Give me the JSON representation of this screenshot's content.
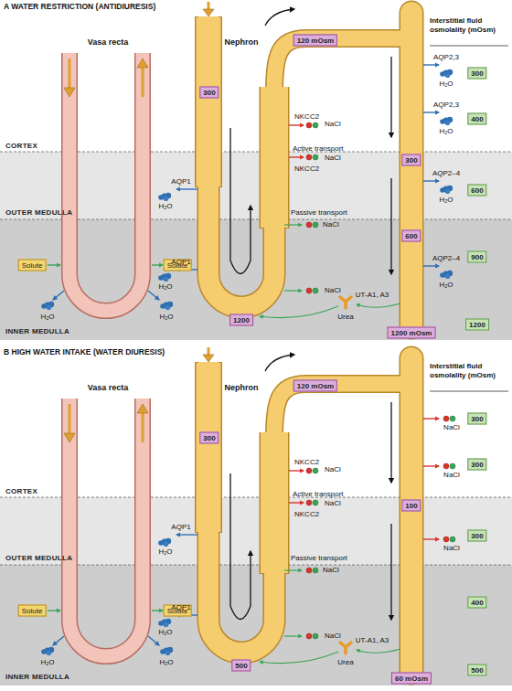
{
  "diagram": {
    "nodes": [
      {
        "text": [
          "300"
        ]
      },
      {
        "text": [
          "120 mOsm"
        ]
      },
      {
        "text": [
          "300"
        ]
      },
      {
        "text": [
          "600"
        ]
      },
      {
        "text": [
          "1200"
        ]
      },
      {
        "text": [
          "1200 mOsm"
        ]
      },
      {
        "text": [
          "Solute"
        ]
      },
      {
        "text": [
          "Solute"
        ]
      },
      {
        "text": [
          "300"
        ]
      },
      {
        "text": [
          "400"
        ]
      },
      {
        "text": [
          "600"
        ]
      },
      {
        "text": [
          "900"
        ]
      },
      {
        "text": [
          "1200"
        ]
      },
      {
        "text": [
          "300"
        ]
      },
      {
        "text": [
          "120 mOsm"
        ]
      },
      {
        "text": [
          "100"
        ]
      },
      {
        "text": [
          "500"
        ]
      },
      {
        "text": [
          "60 mOsm"
        ]
      },
      {
        "text": [
          "Solute"
        ]
      },
      {
        "text": [
          "Solute"
        ]
      },
      {
        "text": [
          "300"
        ]
      },
      {
        "text": [
          "300"
        ]
      },
      {
        "text": [
          "300"
        ]
      },
      {
        "text": [
          "400"
        ]
      },
      {
        "text": [
          "500"
        ]
      }
    ],
    "labels": [
      "A WATER RESTRICTION (ANTIDIURESIS)",
      "Vasa recta",
      "Nephron",
      "Interstitial fluid osmolality (mOsm)",
      "CORTEX",
      "OUTER MEDULLA",
      "INNER MEDULLA",
      "AQP2,3",
      "H₂O",
      "AQP2,3",
      "H₂O",
      "AQP2–4",
      "H₂O",
      "AQP2–4",
      "H₂O",
      "NKCC2",
      "NaCl",
      "Active transport",
      "NaCl",
      "NKCC2",
      "Passive transport",
      "NaCl",
      "NaCl",
      "AQP1",
      "H₂O",
      "AQP1",
      "H₂O",
      "H₂O",
      "H₂O",
      "UT-A1, A3",
      "Urea",
      "B HIGH WATER INTAKE (WATER DIURESIS)",
      "Vasa recta",
      "Nephron",
      "Interstitial fluid osmolality (mOsm)",
      "CORTEX",
      "OUTER MEDULLA",
      "INNER MEDULLA",
      "NaCl",
      "NaCl",
      "NaCl",
      "NKCC2",
      "NaCl",
      "Active transport",
      "NaCl",
      "NKCC2",
      "Passive transport",
      "NaCl",
      "NaCl",
      "AQP1",
      "H₂O",
      "AQP1",
      "H₂O",
      "H₂O",
      "H₂O",
      "UT-A1, A3",
      "Urea"
    ]
  }
}
